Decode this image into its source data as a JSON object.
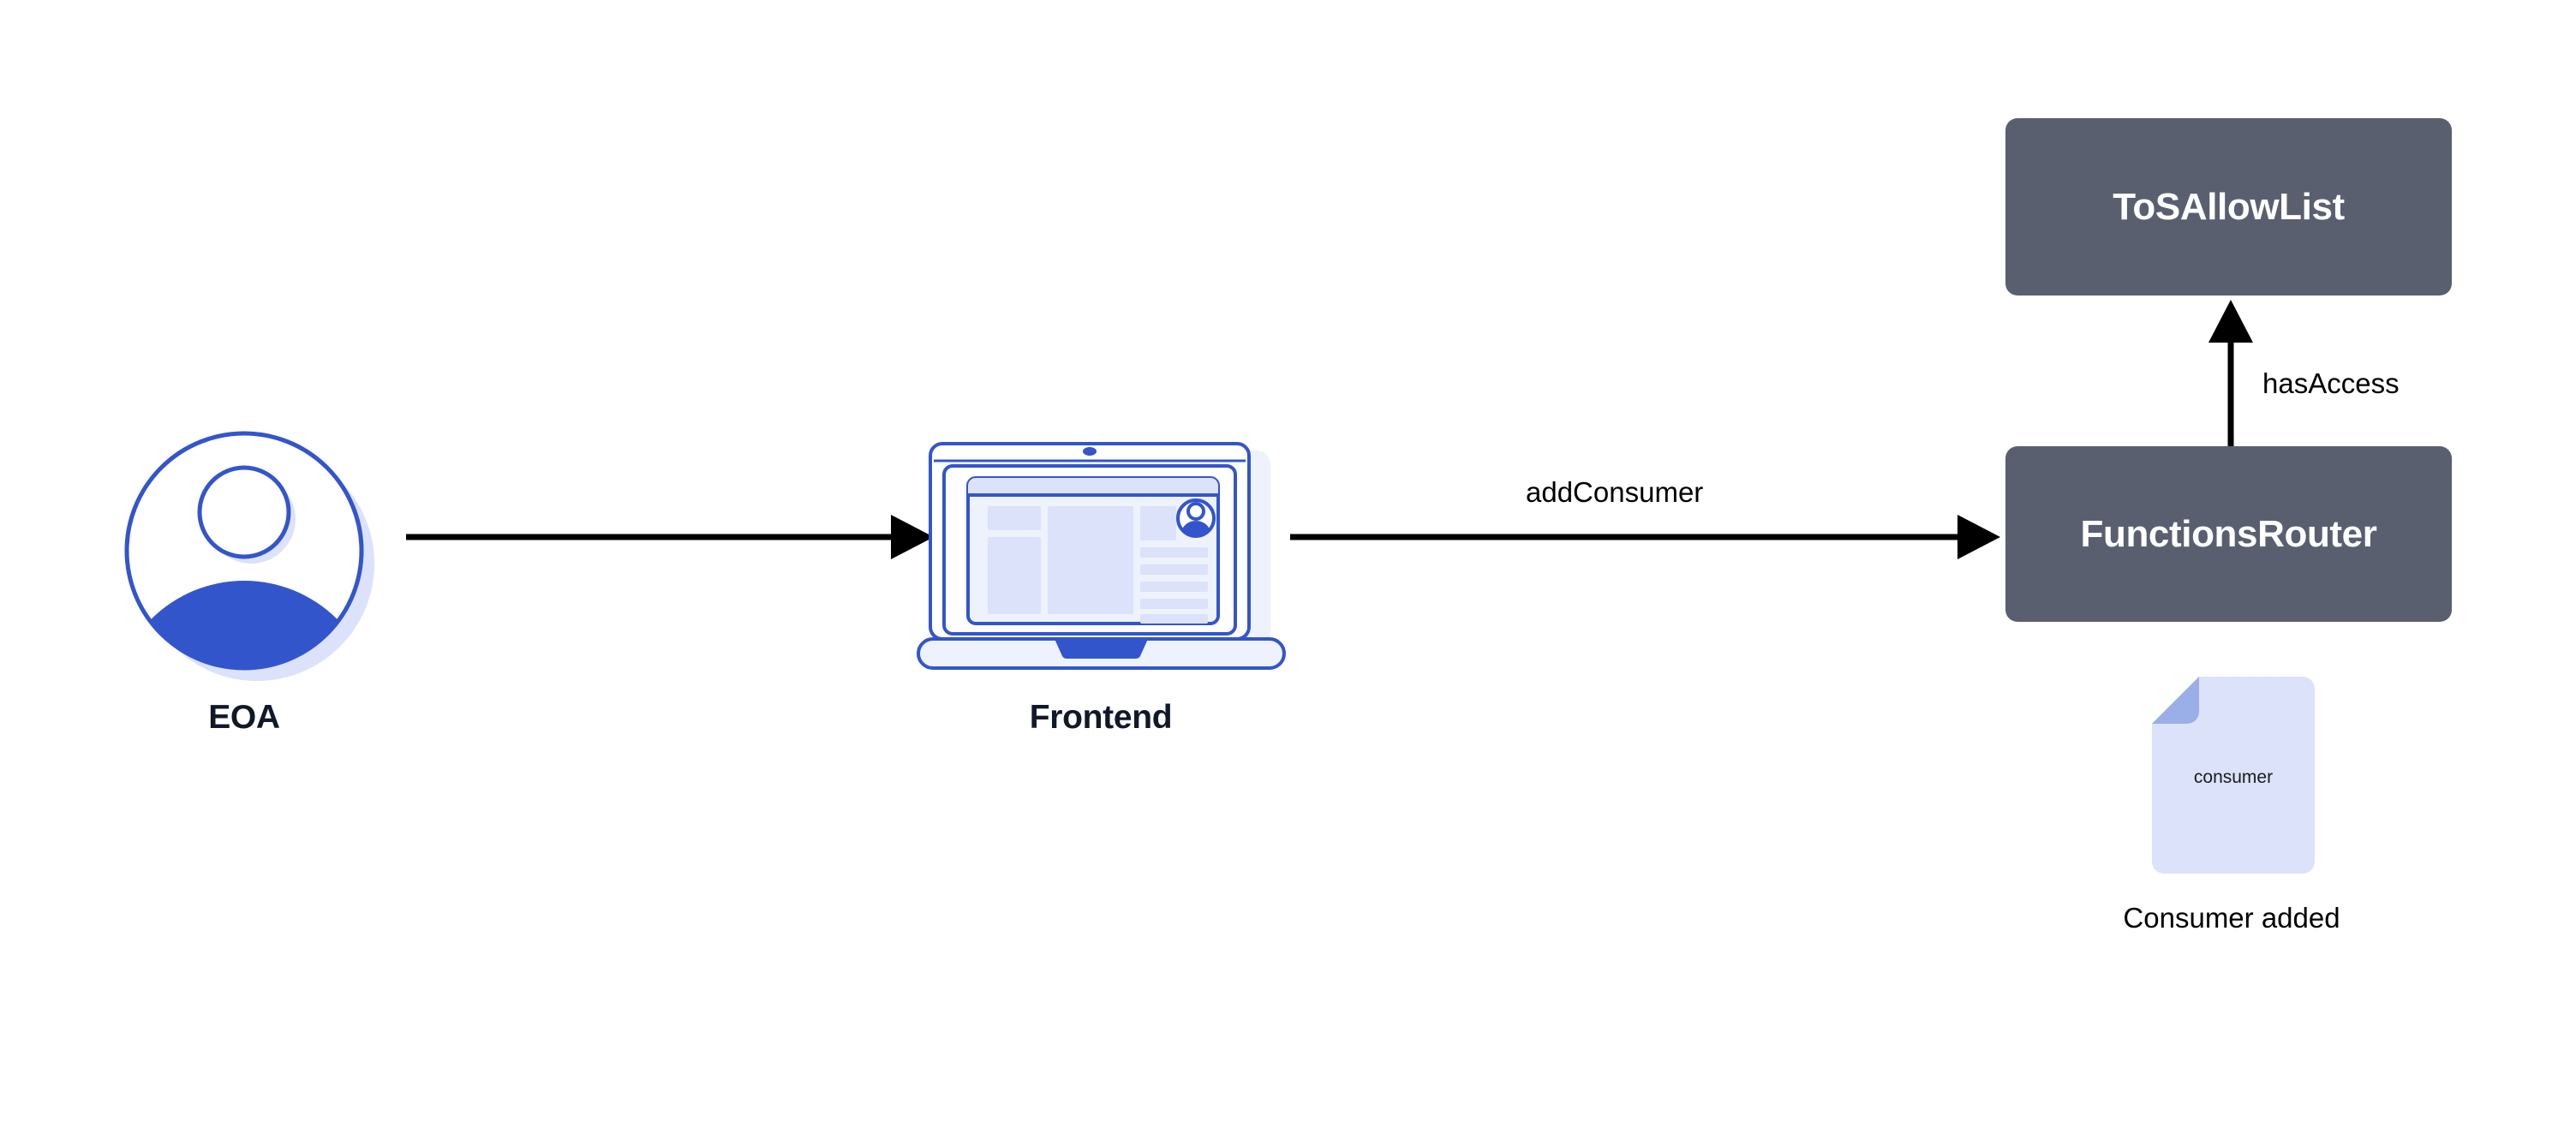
{
  "diagram": {
    "title": "Chainlink Functions addConsumer flow",
    "background_color": "#ffffff",
    "colors": {
      "contract_box_fill": "#5a5f70",
      "contract_box_text": "#ffffff",
      "accent_blue": "#3355cc",
      "accent_blue_dark": "#2f4fc4",
      "light_blue_fill": "#dbe2f9",
      "pale_blue_fill": "#e8edfb",
      "doc_fold": "#9aafe8",
      "caption_text": "#111827",
      "edge_text": "#000000",
      "arrow_stroke": "#000000"
    }
  },
  "nodes": {
    "eoa": {
      "id": "eoa",
      "caption": "EOA",
      "icon": "user-avatar-icon",
      "type": "actor"
    },
    "frontend": {
      "id": "frontend",
      "caption": "Frontend",
      "icon": "laptop-icon",
      "type": "application"
    },
    "tos_allowlist": {
      "id": "tos-allowlist",
      "label": "ToSAllowList",
      "type": "contract"
    },
    "functions_router": {
      "id": "functions-router",
      "label": "FunctionsRouter",
      "type": "contract"
    },
    "consumer_doc": {
      "id": "consumer-doc",
      "doc_label": "consumer",
      "caption": "Consumer added",
      "icon": "document-icon",
      "type": "artifact"
    }
  },
  "edges": [
    {
      "id": "eoa-to-frontend",
      "from": "eoa",
      "to": "frontend",
      "label": "",
      "direction": "right",
      "style": "solid-arrow"
    },
    {
      "id": "frontend-to-router",
      "from": "frontend",
      "to": "functions_router",
      "label": "addConsumer",
      "direction": "right",
      "style": "solid-arrow"
    },
    {
      "id": "router-to-allowlist",
      "from": "functions_router",
      "to": "tos_allowlist",
      "label": "hasAccess",
      "direction": "up",
      "style": "solid-arrow"
    }
  ],
  "labels": {
    "add_consumer": "addConsumer",
    "has_access": "hasAccess",
    "consumer_added": "Consumer added",
    "consumer_doc_text": "consumer",
    "eoa": "EOA",
    "frontend": "Frontend",
    "tos_allowlist": "ToSAllowList",
    "functions_router": "FunctionsRouter"
  }
}
